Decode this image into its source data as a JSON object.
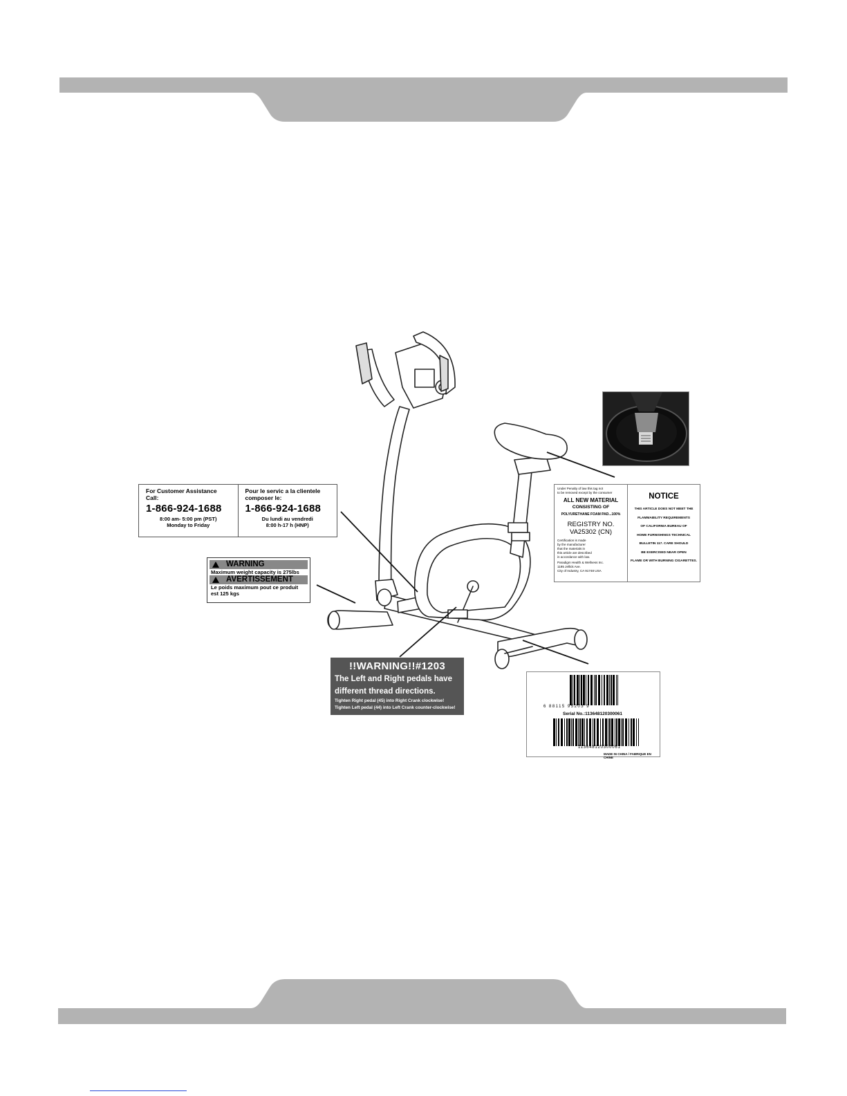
{
  "customer_label": {
    "en_heading": "For Customer Assistance Call:",
    "en_phone": "1-866-924-1688",
    "en_hours": "8:00 am- 5:00 pm (PST)",
    "en_days": "Monday to Friday",
    "fr_heading_1": "Pour le servic a la clientele",
    "fr_heading_2": "composer le:",
    "fr_phone": "1-866-924-1688",
    "fr_days": "Du lundi au vendredi",
    "fr_hours": "8:00 h-17 h (HNP)"
  },
  "weight_label": {
    "warning_title": "WARNING",
    "warning_text": "Maximum weight capacity is 275lbs",
    "avert_title": "AVERTISSEMENT",
    "avert_text_1": "Le poids maximum pout ce produit",
    "avert_text_2": "est 125 kgs"
  },
  "pedal_label": {
    "title": "!!WARNING!!#1203",
    "line1": "The Left and Right pedals have",
    "line2": "different thread directions.",
    "line3": "Tighten Right pedal (45) into Right Crank clockwise!",
    "line4": "Tighten Left pedal (44) into Left Crank counter-clockwise!"
  },
  "notice_label": {
    "left_small_1": "Under Penalty of law this tag not",
    "left_small_2": "to be removed except by the consumer",
    "material_1": "ALL NEW MATERIAL",
    "material_2": "CONSISTING OF",
    "material_3": "POLYURETHANE FOAM PAD...100%",
    "registry_1": "REGISTRY NO.",
    "registry_2": "VA25302 (CN)",
    "cert_1": "Certification is made",
    "cert_2": "by the manufacturer",
    "cert_3": "that the materials in",
    "cert_4": "this article are described",
    "cert_5": "in accordance with law.",
    "company_1": "Paradigm Health & Wellness Inc.",
    "company_2": "1195 Jellick Ave.",
    "company_3": "City of Industry, CA 91748 USA",
    "notice_title": "NOTICE",
    "notice_1": "THIS ARTICLE DOES NOT MEET THE",
    "notice_2": "FLAMMABILITY REQUIREMENTS",
    "notice_3": "OF CALIFORNIA BUREAU OF",
    "notice_4": "HOME FURNISHINGS TECHNICAL",
    "notice_5": "BULLETIN 117. CARE SHOULD",
    "notice_6": "BE EXERCISED NEAR OPEN",
    "notice_7": "FLAME OR WITH BURNING CIGARETTES."
  },
  "barcode_label": {
    "code_1": "6  88115 95203  9",
    "serial": "Serial  No.:113648120300061",
    "code_2": "113648120300061",
    "made": "MADE IN CHINA / FABRIQUE EN CHINE"
  },
  "colors": {
    "bar": "#b3b3b3",
    "dark_label": "#555555",
    "link": "#2b4bd6"
  }
}
